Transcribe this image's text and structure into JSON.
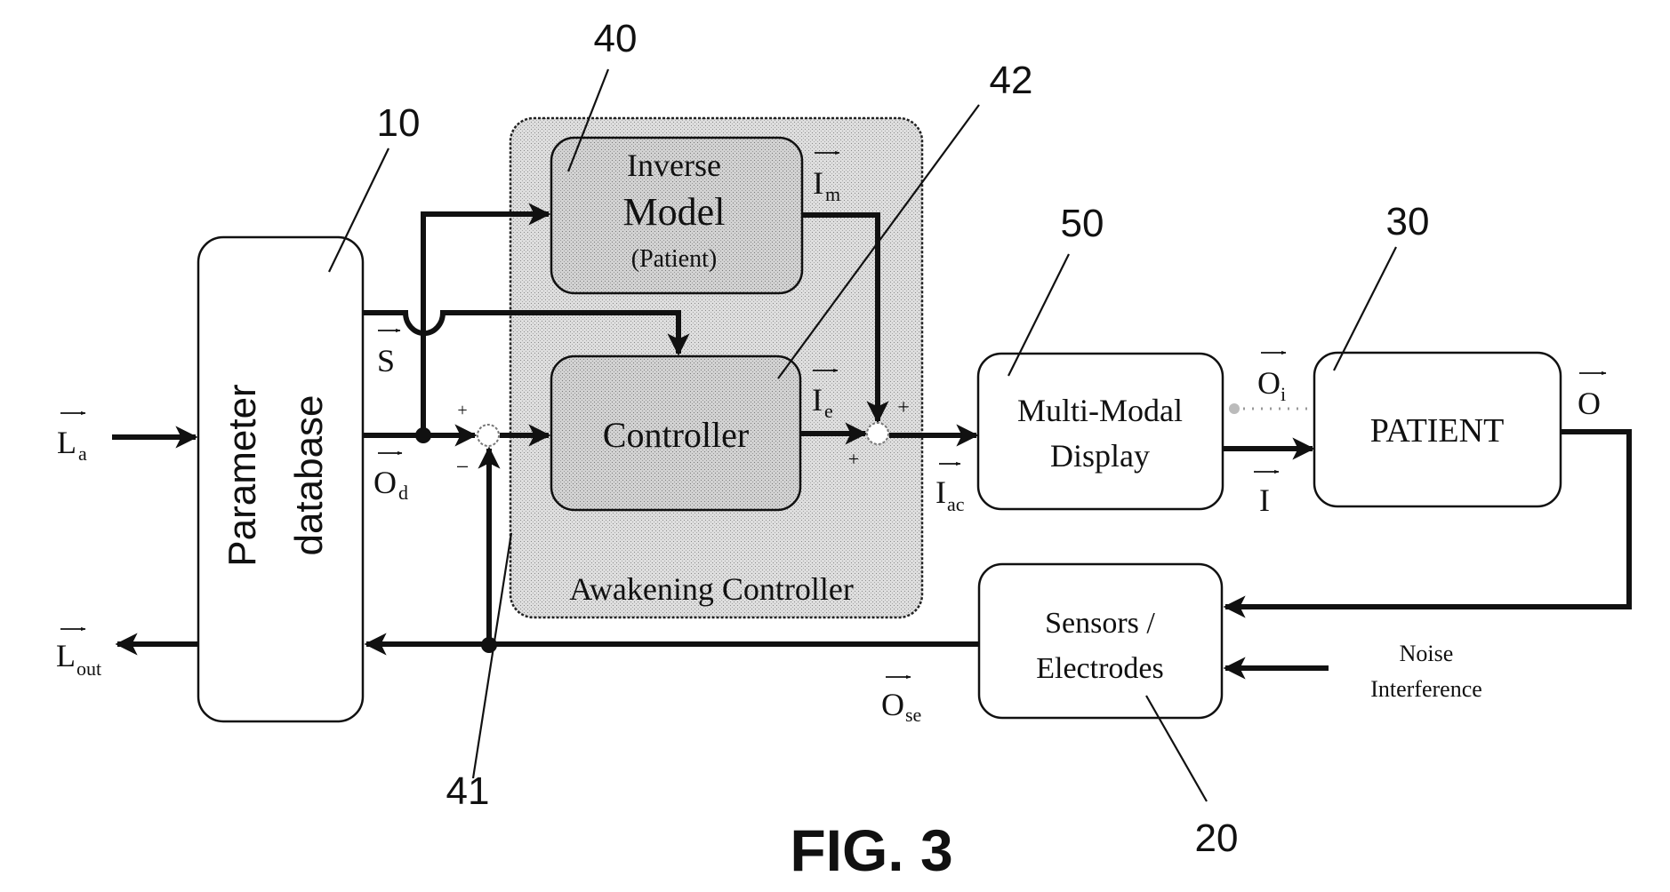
{
  "figure": {
    "caption": "FIG. 3"
  },
  "blocks": {
    "parameter_database": {
      "line1": "Parameter",
      "line2": "database",
      "ref": "10"
    },
    "inverse_model": {
      "line1": "Inverse",
      "line2": "Model",
      "line3": "(Patient)",
      "ref": "40"
    },
    "controller": {
      "label": "Controller",
      "ref": "42"
    },
    "awakening_controller": {
      "label": "Awakening Controller",
      "ref": "41"
    },
    "multi_modal_display": {
      "line1": "Multi-Modal",
      "line2": "Display",
      "ref": "50"
    },
    "patient": {
      "label": "PATIENT",
      "ref": "30"
    },
    "sensors": {
      "line1": "Sensors /",
      "line2": "Electrodes",
      "ref": "20"
    }
  },
  "signals": {
    "La": {
      "main": "L",
      "sub": "a"
    },
    "Lout": {
      "main": "L",
      "sub": "out"
    },
    "S": {
      "main": "S",
      "sub": ""
    },
    "Od": {
      "main": "O",
      "sub": "d"
    },
    "Im": {
      "main": "I",
      "sub": "m"
    },
    "Ie": {
      "main": "I",
      "sub": "e"
    },
    "Iac": {
      "main": "I",
      "sub": "ac"
    },
    "Oi": {
      "main": "O",
      "sub": "i"
    },
    "I": {
      "main": "I",
      "sub": ""
    },
    "O": {
      "main": "O",
      "sub": ""
    },
    "Ose": {
      "main": "O",
      "sub": "se"
    }
  },
  "signs": {
    "sum1_plus": "+",
    "sum1_minus": "−",
    "sum2_plus_top": "+",
    "sum2_plus_bottom": "+"
  },
  "noise": {
    "line1": "Noise",
    "line2": "Interference"
  }
}
